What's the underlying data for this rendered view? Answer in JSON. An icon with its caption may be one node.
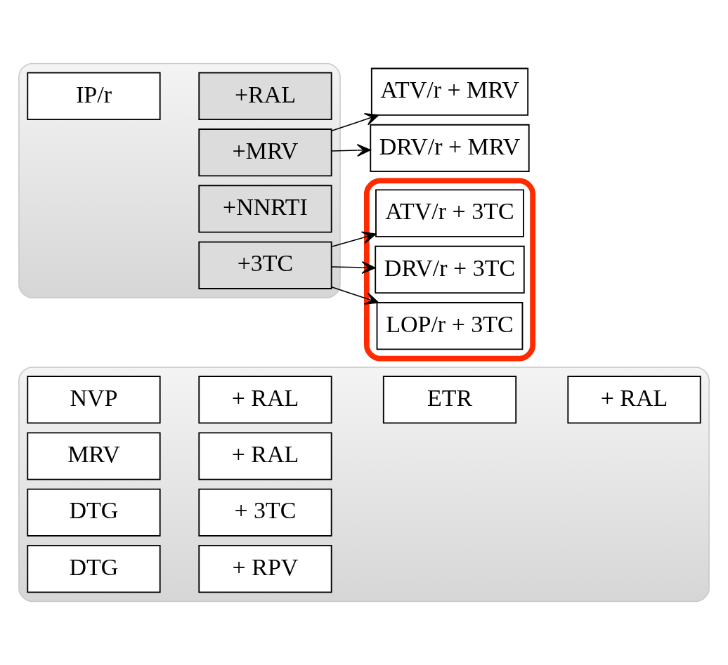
{
  "diagram": {
    "nodes": [
      {
        "text": [],
        "shape": "box"
      },
      {
        "text": [
          "IP/r"
        ],
        "in": 0
      },
      {
        "text": [
          "+RAL"
        ],
        "in": 0
      },
      {
        "text": [
          "+MRV"
        ],
        "in": 0
      },
      {
        "text": [
          "+NNRTI"
        ],
        "in": 0
      },
      {
        "text": [
          "+3TC"
        ],
        "in": 0
      },
      {
        "text": [
          "ATV/r + MRV"
        ]
      },
      {
        "text": [
          "DRV/r + MRV"
        ]
      },
      {
        "text": [],
        "shape": "ellipse"
      },
      {
        "text": [
          "ATV/r + 3TC"
        ],
        "in": 8
      },
      {
        "text": [
          "DRV/r + 3TC"
        ],
        "in": 8
      },
      {
        "text": [
          "LOP/r + 3TC"
        ],
        "in": 8
      },
      {
        "text": [],
        "shape": "box"
      },
      {
        "text": [
          "ETR"
        ],
        "in": 12
      },
      {
        "text": [
          "+ RAL"
        ],
        "in": 12
      },
      {
        "text": [
          "NVP"
        ],
        "in": 12
      },
      {
        "text": [
          "+ RAL"
        ],
        "in": 12
      },
      {
        "text": [
          "MRV"
        ],
        "in": 12
      },
      {
        "text": [
          "+ RAL"
        ],
        "in": 12
      },
      {
        "text": [
          "DTG"
        ],
        "in": 12
      },
      {
        "text": [
          "+ 3TC"
        ],
        "in": 12
      },
      {
        "text": [
          "DTG"
        ],
        "in": 12
      },
      {
        "text": [
          "+ RPV"
        ],
        "in": 12
      }
    ],
    "edges": [
      {
        "from": 3,
        "to": 6,
        "arrow": "to"
      },
      {
        "from": 3,
        "to": 7,
        "arrow": "to"
      },
      {
        "from": 5,
        "to": 9,
        "arrow": "to"
      },
      {
        "from": 5,
        "to": 10,
        "arrow": "to"
      },
      {
        "from": 5,
        "to": 11,
        "arrow": "to"
      }
    ]
  }
}
